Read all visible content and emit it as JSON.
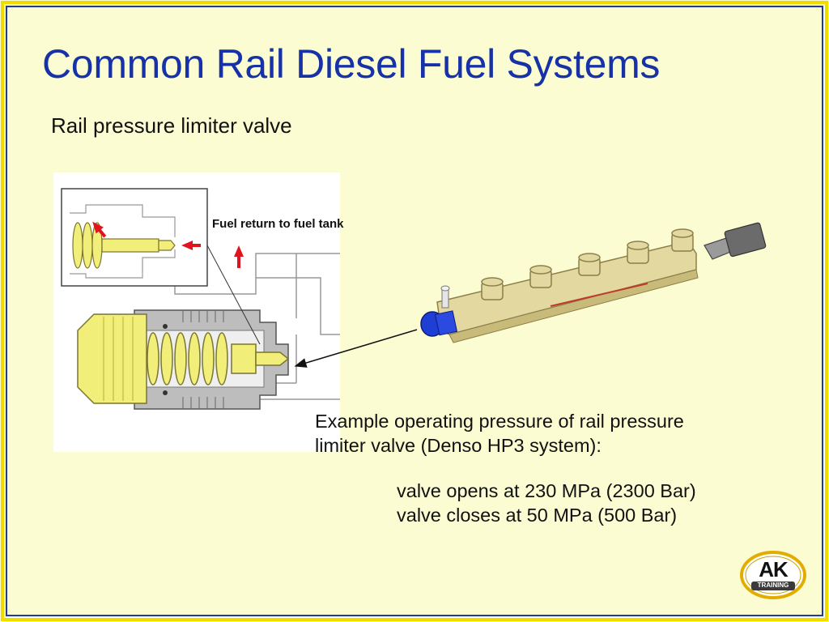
{
  "slide": {
    "title": "Common Rail Diesel Fuel Systems",
    "subtitle": "Rail pressure limiter valve"
  },
  "diagram": {
    "callout": "Fuel return to fuel tank",
    "example_lines": [
      "Example operating pressure of rail pressure",
      "limiter valve (Denso HP3 system):"
    ],
    "value_lines": [
      "valve opens at 230 MPa (2300 Bar)",
      "valve closes at 50 MPa (500 Bar)"
    ]
  },
  "logo": {
    "big": "AK",
    "small": "TRAINING"
  },
  "colors": {
    "title": "#1632a6",
    "background": "#fcfcd2",
    "frame_yellow": "#f2dc00",
    "frame_blue": "#1f3aa8",
    "spring_yellow": "#f2ee7a",
    "arrow_red": "#e0141e",
    "rail_tan": "#e3d9a0"
  }
}
